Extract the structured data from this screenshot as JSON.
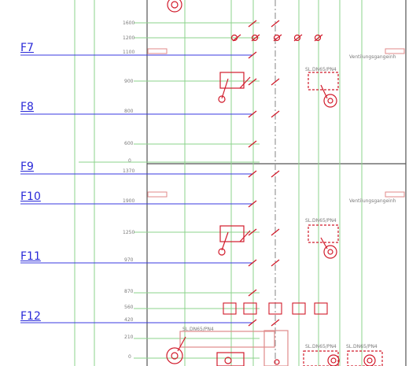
{
  "labels": {
    "f7": "F7",
    "f8": "F8",
    "f9": "F9",
    "f10": "F10",
    "f11": "F11",
    "f12": "F12"
  },
  "colors": {
    "blue": "#2a2ad8",
    "green": "#8bd38b",
    "red": "#d11b2b",
    "gray": "#4a4a4a"
  },
  "tags": {
    "ventil_a": "Ventilungsgangeinh",
    "ventil_b": "Ventilungsgangeinh",
    "unit_a": "SL.DN65/PN4",
    "unit_b": "SL.DN65/PN4",
    "unit_c": "SL.DN65/PN4",
    "unit_d": "SL.DN65/PN4",
    "unit_e": "SL.DN65/PN4"
  }
}
